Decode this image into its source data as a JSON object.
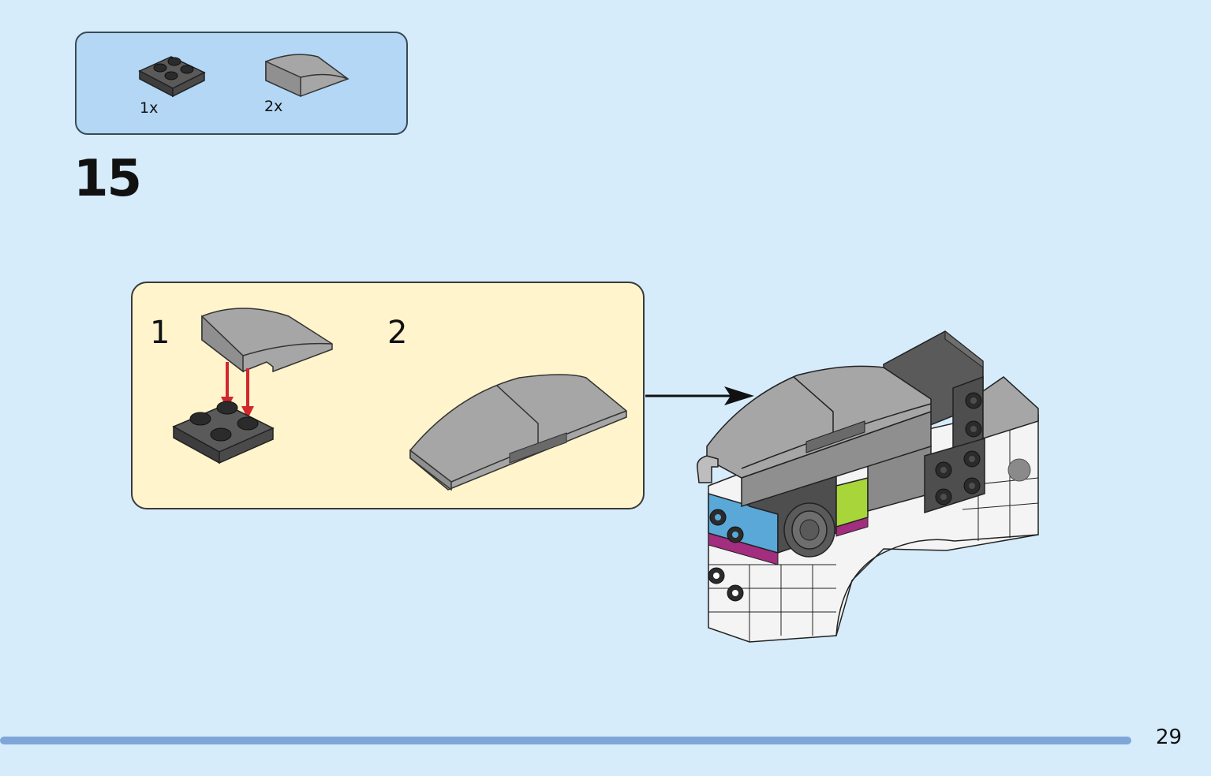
{
  "parts_list": {
    "items": [
      {
        "icon": "plate-2x2-icon",
        "color": "#5a5a5a",
        "quantity": "1x"
      },
      {
        "icon": "curved-slope-icon",
        "color": "#a0a0a0",
        "quantity": "2x"
      }
    ]
  },
  "step": {
    "number": "15"
  },
  "sub_steps": [
    {
      "number": "1"
    },
    {
      "number": "2"
    }
  ],
  "colors": {
    "background": "#d6ecfb",
    "parts_box": "#b3d7f5",
    "sub_box": "#fff4cc",
    "arrow_red": "#d0282e",
    "page_bar": "#7fa6d8"
  },
  "page": {
    "number": "29"
  }
}
